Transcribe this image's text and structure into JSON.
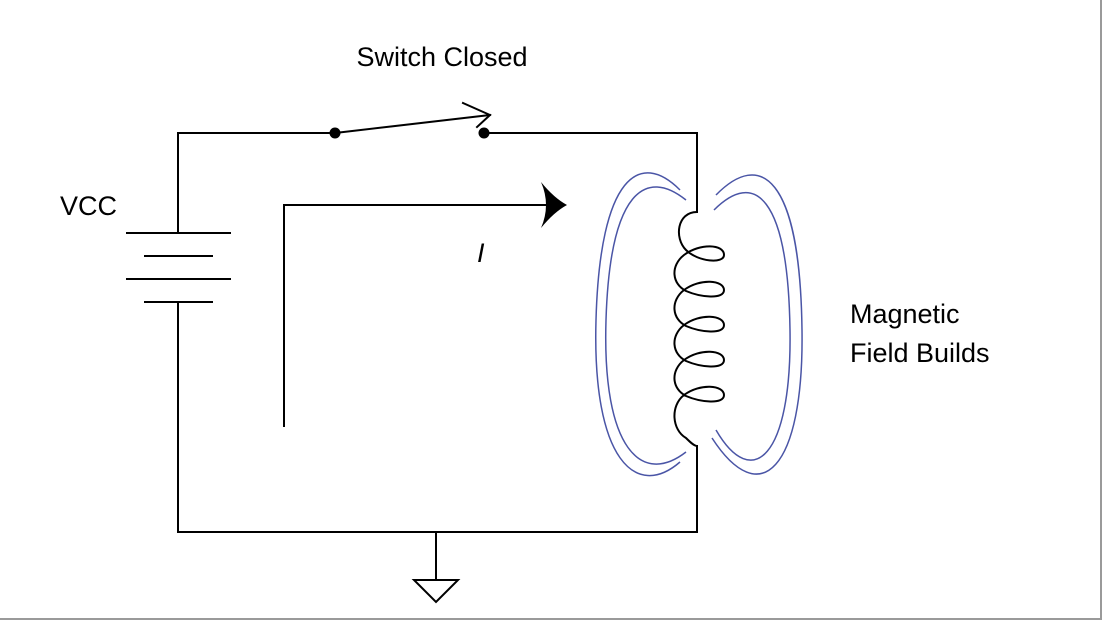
{
  "labels": {
    "switch": "Switch Closed",
    "source": "VCC",
    "current": "I",
    "field_line1": "Magnetic",
    "field_line2": "Field Builds"
  },
  "colors": {
    "wire": "#000000",
    "field": "#4a55a6",
    "frame": "#9a9a9a"
  }
}
